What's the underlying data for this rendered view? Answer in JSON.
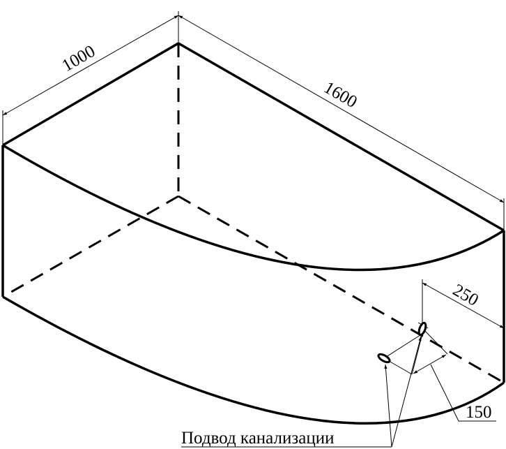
{
  "dimensions": {
    "width_label": "1000",
    "length_label": "1600",
    "offset_label": "250",
    "spacing_label": "150"
  },
  "annotation": {
    "label": "Подвод канализации"
  },
  "colors": {
    "ink": "#000000",
    "background": "#ffffff"
  }
}
